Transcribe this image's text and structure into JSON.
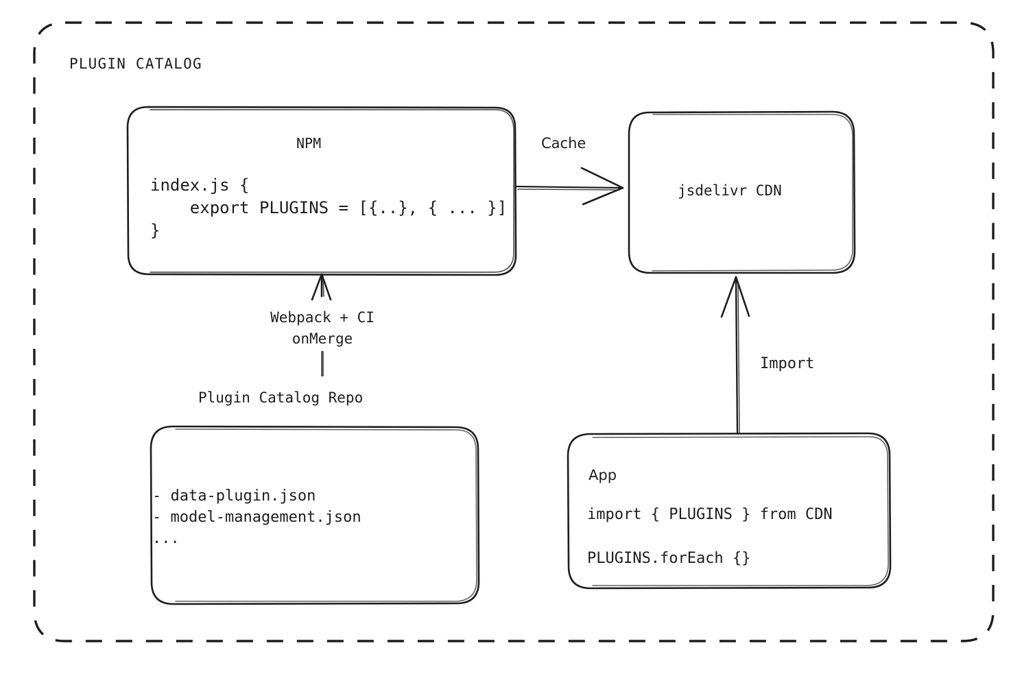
{
  "diagram": {
    "title": "PLUGIN CATALOG",
    "background": "#ffffff",
    "stroke_color": "#1d1d1d",
    "style": "hand-drawn sketch"
  },
  "nodes": {
    "npm": {
      "title": "NPM",
      "code": "index.js {\n    export PLUGINS = [{..}, { ... }]\n}"
    },
    "cdn": {
      "title": "jsdelivr CDN"
    },
    "repo": {
      "caption": "Plugin Catalog Repo",
      "list": "- data-plugin.json\n- model-management.json\n..."
    },
    "app": {
      "title": "App",
      "code_line_1": "import { PLUGINS } from CDN",
      "code_line_2": "PLUGINS.forEach {}"
    }
  },
  "edges": {
    "cache": {
      "label": "Cache",
      "from": "npm",
      "to": "cdn",
      "direction": "right"
    },
    "build": {
      "label": "Webpack + CI\nonMerge",
      "from": "repo",
      "to": "npm",
      "direction": "up"
    },
    "import": {
      "label": "Import",
      "from": "app",
      "to": "cdn",
      "direction": "up"
    }
  }
}
